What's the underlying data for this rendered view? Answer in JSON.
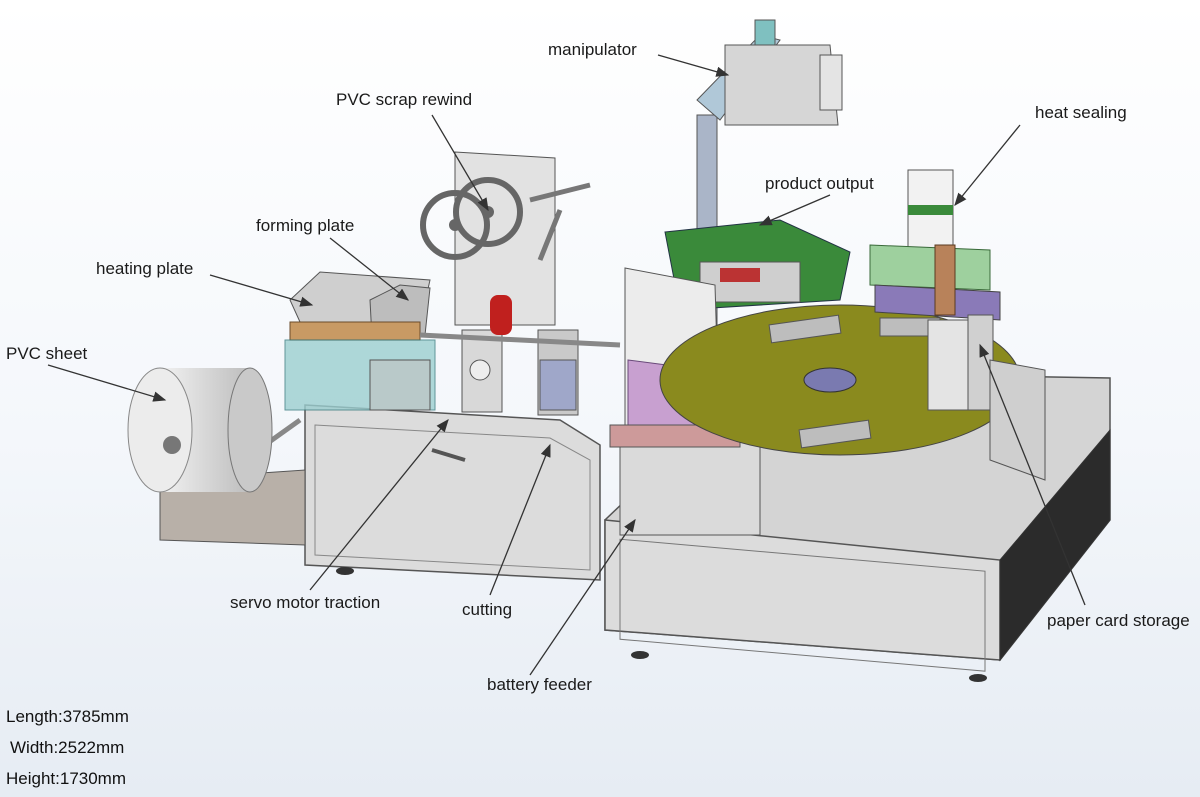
{
  "labels": {
    "manipulator": "manipulator",
    "pvc_scrap_rewind": "PVC scrap rewind",
    "heat_sealing": "heat sealing",
    "product_output": "product output",
    "forming_plate": "forming plate",
    "heating_plate": "heating plate",
    "pvc_sheet": "PVC sheet",
    "servo_motor_traction": "servo motor traction",
    "cutting": "cutting",
    "battery_feeder": "battery feeder",
    "paper_card_storage": "paper card storage"
  },
  "dimensions": {
    "length": "Length:3785mm",
    "width": "Width:2522mm",
    "height": "Height:1730mm"
  },
  "colors": {
    "machine_body": "#d9d9d9",
    "turntable": "#8a8a1e",
    "pink_block": "#c8a0d0",
    "green_panel": "#3a8a3a",
    "red_roller": "#c0201e",
    "leader_line": "#333333"
  }
}
